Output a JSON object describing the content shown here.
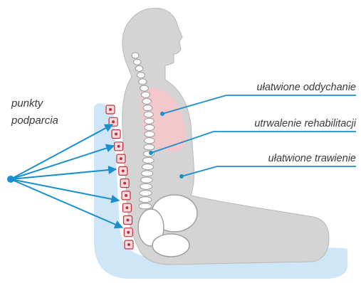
{
  "labels": {
    "support_points_line1": "punkty",
    "support_points_line2": "podparcia",
    "breathing": "ułatwione oddychanie",
    "rehabilitation": "utrwalenie rehabilitacji",
    "digestion": "ułatwione trawienie"
  },
  "colors": {
    "body": "#d4d4d4",
    "body_outline": "#b8b8b8",
    "cushion": "#cfe6f6",
    "arrow": "#1a8fcf",
    "lung": "#f2c8cc",
    "support_spine": "#c0303a",
    "vertebra": "#ffffff"
  }
}
